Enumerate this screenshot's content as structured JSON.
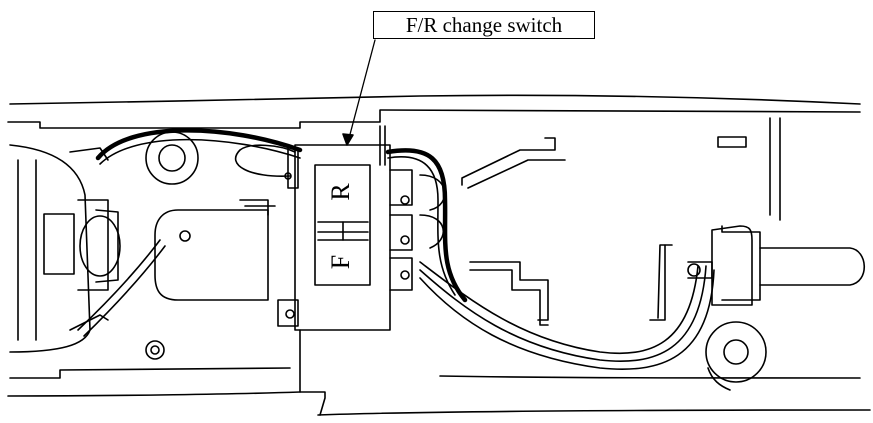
{
  "callout": {
    "label": "F/R change switch"
  },
  "switch": {
    "upper_letter": "R",
    "lower_letter": "F"
  }
}
